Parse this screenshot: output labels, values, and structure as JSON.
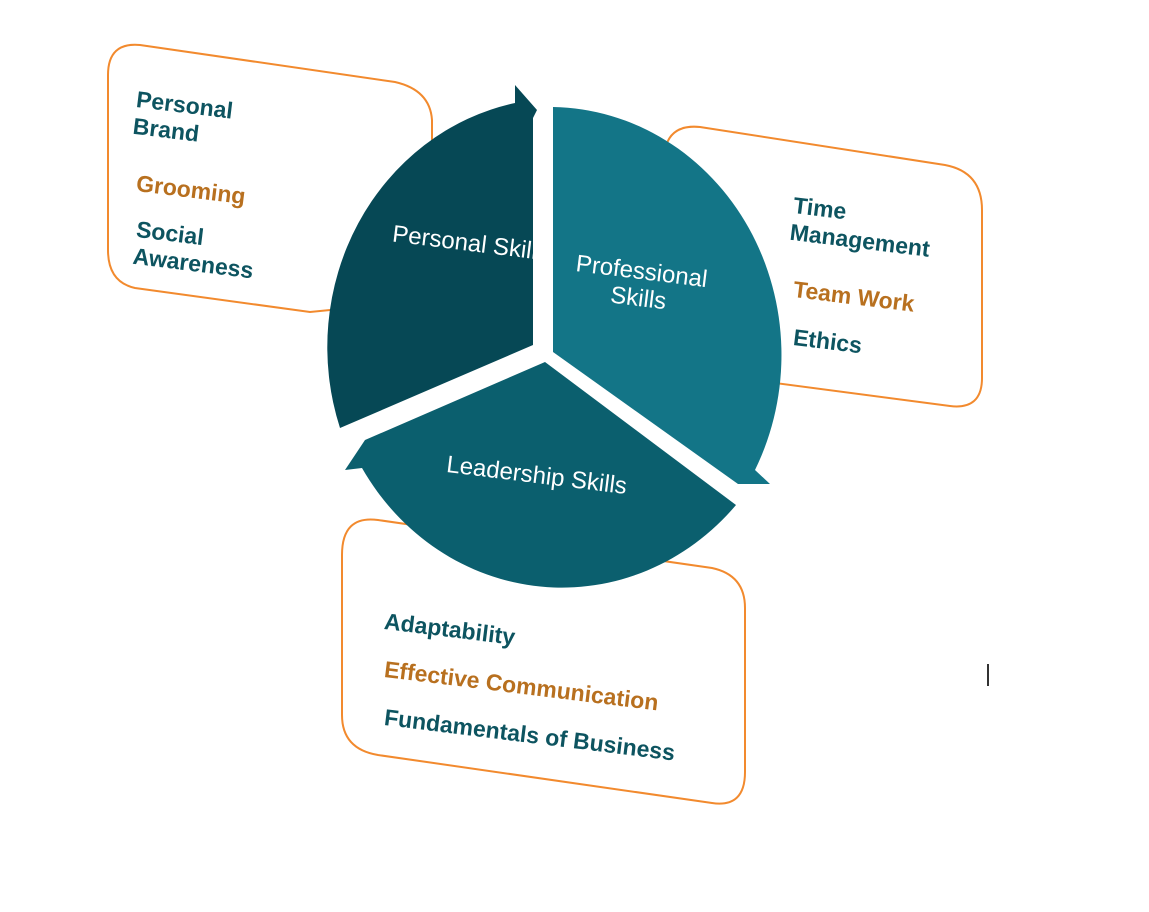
{
  "colors": {
    "personal": "#064855",
    "professional": "#137587",
    "leadership": "#0b5f6e",
    "border": "#f28a2e",
    "text_teal": "#0d5460",
    "text_orange": "#b8701f"
  },
  "segments": {
    "personal": "Personal Skills",
    "professional": "Professional Skills",
    "leadership": "Leadership Skills"
  },
  "personal_box": {
    "items": [
      "Personal Brand",
      "Grooming",
      "Social Awareness"
    ]
  },
  "professional_box": {
    "items": [
      "Time Management",
      "Team Work",
      "Ethics"
    ]
  },
  "leadership_box": {
    "items": [
      "Adaptability",
      "Effective Communication",
      "Fundamentals of Business"
    ]
  }
}
